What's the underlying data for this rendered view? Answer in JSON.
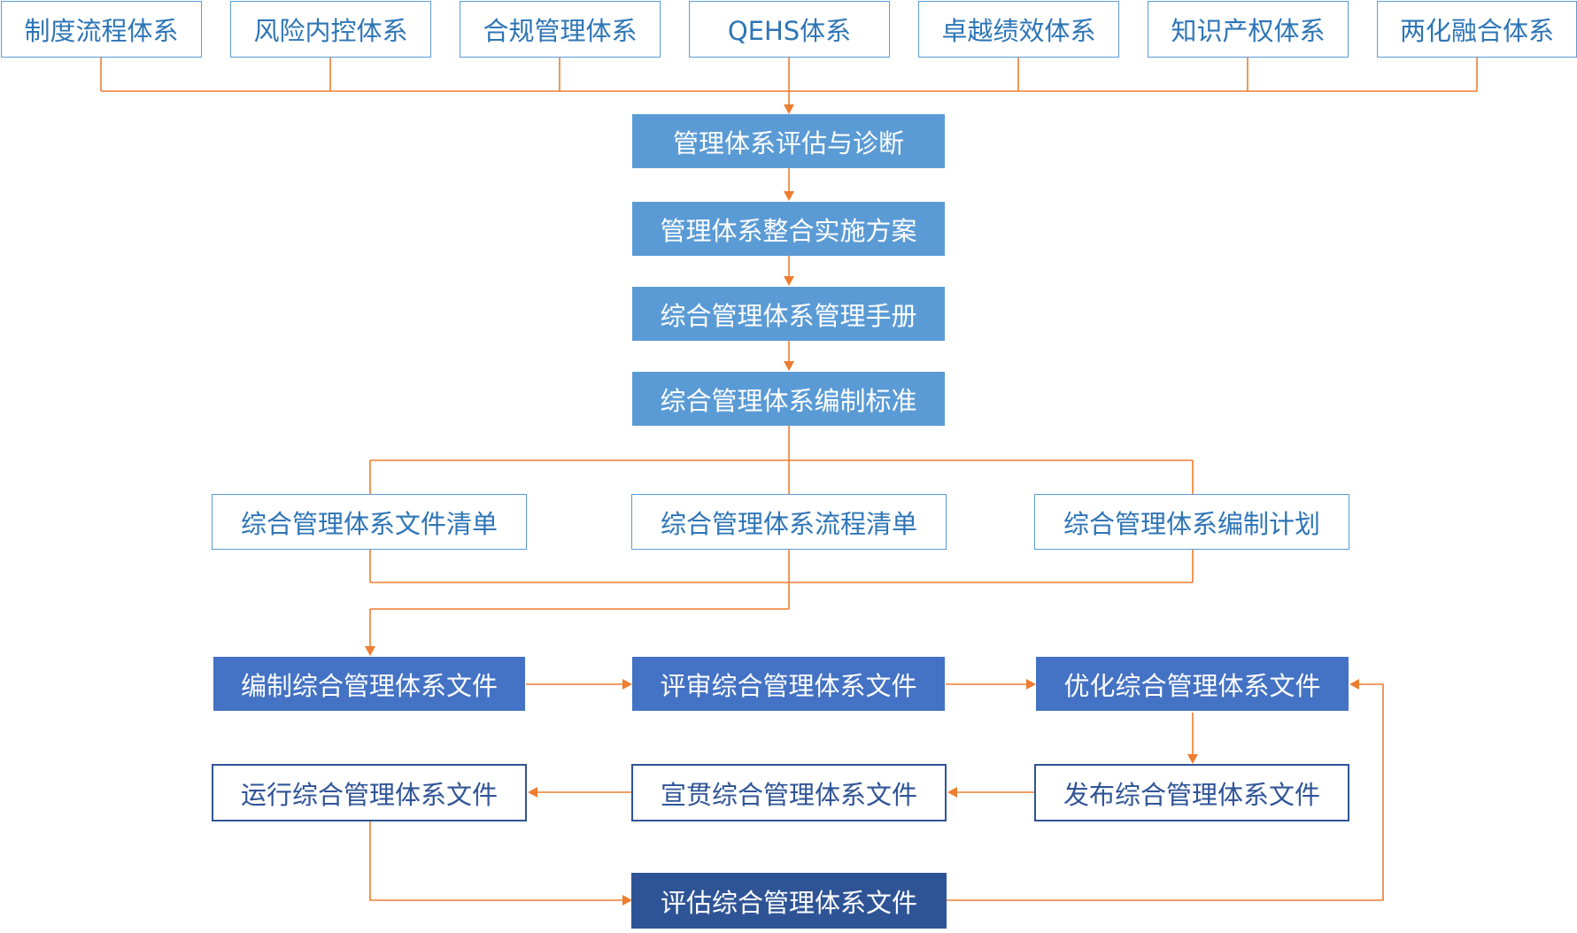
{
  "colors": {
    "connector": "#ed7d31",
    "light_blue": "#5b9bd5",
    "mid_blue": "#4472c4",
    "dark_blue": "#2f5496"
  },
  "top_systems": [
    "制度流程体系",
    "风险内控体系",
    "合规管理体系",
    "QEHS体系",
    "卓越绩效体系",
    "知识产权体系",
    "两化融合体系"
  ],
  "main_chain": [
    "管理体系评估与诊断",
    "管理体系整合实施方案",
    "综合管理体系管理手册",
    "综合管理体系编制标准"
  ],
  "outputs": [
    "综合管理体系文件清单",
    "综合管理体系流程清单",
    "综合管理体系编制计划"
  ],
  "cycle": {
    "compile": "编制综合管理体系文件",
    "review": "评审综合管理体系文件",
    "optimize": "优化综合管理体系文件",
    "publish": "发布综合管理体系文件",
    "promote": "宣贯综合管理体系文件",
    "operate": "运行综合管理体系文件",
    "evaluate": "评估综合管理体系文件"
  }
}
